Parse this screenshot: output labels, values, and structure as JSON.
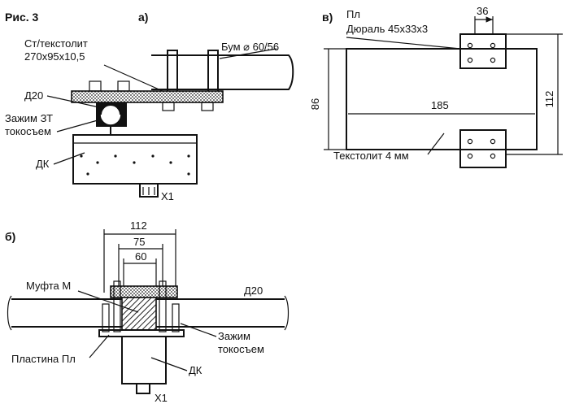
{
  "figure": {
    "title": "Рис. 3",
    "panel_a": {
      "tag": "а)",
      "material_label_1": "Ст/текстолит",
      "material_label_2": "270x95x10,5",
      "boom_label": "Бум ⌀ 60/56",
      "d20_label": "Д20",
      "clamp_label_1": "Зажим ЗТ",
      "clamp_label_2": "токосъем",
      "dk_label": "ДК",
      "x1_label": "X1"
    },
    "panel_b": {
      "tag": "б)",
      "dim_112": "112",
      "dim_75": "75",
      "dim_60": "60",
      "coupling_label": "Муфта М",
      "d20_label": "Д20",
      "clamp_label_1": "Зажим",
      "clamp_label_2": "токосъем",
      "plate_label": "Пластина Пл",
      "dk_label": "ДК",
      "x1_label": "X1"
    },
    "panel_v": {
      "tag": "в)",
      "plate_label": "Пл",
      "duralumin_label": "Дюраль 45x33x3",
      "dim_36": "36",
      "dim_86": "86",
      "dim_185": "185",
      "dim_112": "112",
      "textolite_label": "Текстолит 4 мм"
    }
  },
  "colors": {
    "ink": "#111111",
    "paper": "#ffffff",
    "hatch": "#333333"
  }
}
